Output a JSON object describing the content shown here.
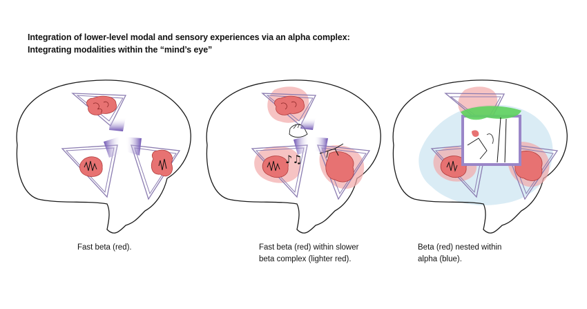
{
  "title_line1": "Integration of lower-level modal and sensory experiences via an alpha complex:",
  "title_line2": "Integrating modalities within the “mind’s eye”",
  "panels": [
    {
      "caption_line1": "Fast beta (red).",
      "caption_line2": ""
    },
    {
      "caption_line1": "Fast beta (red) within slower",
      "caption_line2": "beta complex (lighter red)."
    },
    {
      "caption_line1": "Beta (red) nested within",
      "caption_line2": "alpha (blue)."
    }
  ],
  "colors": {
    "fast_beta": "#e77272",
    "beta_complex": "#f2aaaa",
    "alpha": "#cde6f2",
    "connector": "#7b63b8",
    "triangle_outline": "#8a7bb0"
  },
  "icons": [
    "music-note-icon",
    "hand-icon",
    "tree-branch-icon",
    "mind-eye-scene-icon"
  ]
}
